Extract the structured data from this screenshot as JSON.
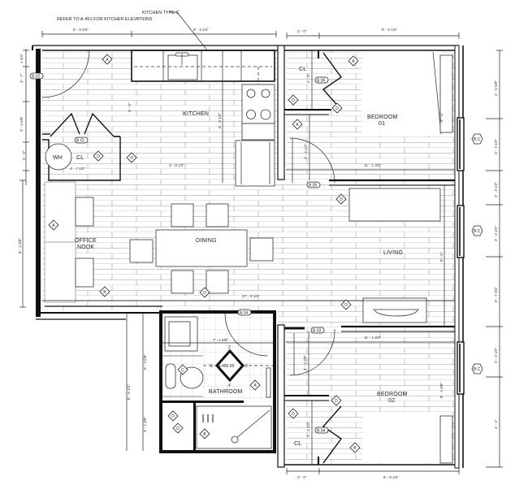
{
  "notes": {
    "kitchen_type": "KITCHEN TYPE C",
    "kitchen_ref": "REFER TO A-451 FOR KITCHEN ELEVATIONS"
  },
  "rooms": {
    "kitchen": "KITCHEN",
    "dining": "DINING",
    "office_nook_1": "OFFICE",
    "office_nook_2": "NOOK",
    "living": "LIVING",
    "bedroom1_name": "BEDROOM",
    "bedroom1_num": "01",
    "bedroom2_name": "BEDROOM",
    "bedroom2_num": "02",
    "bathroom": "BATHROOM",
    "closet_wh": "CL",
    "closet_b1": "CL",
    "closet_b2": "CL",
    "water_heater": "WH"
  },
  "dimensions": {
    "top_left": "5' - 8 3/4\"",
    "top_mid": "9' - 3 1/2\"",
    "top_b1_closet": "2' - 0\"",
    "top_b1_room": "8' - 9 1/4\"",
    "left_1": "1 3/4\"",
    "left_2": "3' - 7\"",
    "left_3": "3' - 4 5/8\"",
    "left_4": "2' - 0\"",
    "left_5": "8' - 2 3/8\"",
    "wh_width": "4' - 7 1/2\"",
    "kitchen_width": "3' - 8 1/2\"",
    "kitchen_vert": "6' - 8 1/2\"",
    "kitchen_small": "3' - 0\"",
    "b1_closet_vert": "5' - 6\"",
    "b1_door_vert": "4' - 2 1/2\"",
    "b1_width": "11' - 1 3/4\"",
    "b1_side": "6' - 6\"",
    "living_side": "8' - 6\"",
    "dining_span": "27' - 0 1/2\"",
    "bath_width": "7' - 1 5/8\"",
    "bath_vert1": "5' - 4 5/8\"",
    "bath_vert2": "3' - 1 3/8\"",
    "bath_total": "8' - 6 1/2\"",
    "b2_width": "11' - 1 3/4\"",
    "b2_door_vert": "4' - 2 3/8\"",
    "b2_closet_vert": "2' - 5 1/2\"",
    "b2_side": "8' - 4 3/8\"",
    "bottom_b2_closet": "2' - 0\"",
    "bottom_b2_room": "8' - 9 1/4\"",
    "right_1": "4' - 0 5/8\"",
    "right_2": "3' - 3 1/2\"",
    "right_3": "2' - 3 1/2\"",
    "right_4": "3' - 3 1/2\"",
    "right_5": "5' - 7 3/4\"",
    "right_6": "2' - 3 1/2\"",
    "right_7": "4' - 4\""
  },
  "tags": {
    "door_entry": "B.02",
    "door_wh": "B.01",
    "door_b1_closet": "B.06",
    "door_b1": "B.05",
    "door_bath": "B.04",
    "door_b2": "B.03",
    "door_b2_closet": "B.04",
    "window_1": "B.C",
    "window_2": "B.C",
    "window_3": "B.C",
    "elev_ref": "A-456.00",
    "elev_n": "2",
    "elev_e": "3",
    "elev_s": "4",
    "elev_w": "5"
  },
  "keynotes": {
    "a": "A",
    "b": "B",
    "c": "C",
    "d": "D"
  }
}
